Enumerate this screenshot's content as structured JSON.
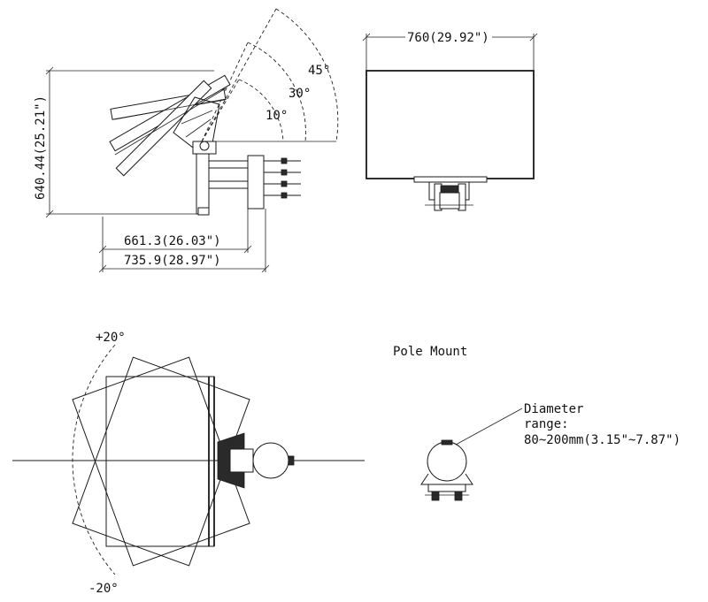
{
  "side_view": {
    "height_dim": "640.44(25.21\")",
    "depth_dim_1": "661.3(26.03\")",
    "depth_dim_2": "735.9(28.97\")",
    "angle_45": "45°",
    "angle_30": "30°",
    "angle_10": "10°"
  },
  "front_view": {
    "width_dim": "760(29.92\")"
  },
  "top_view": {
    "angle_plus": "+20°",
    "angle_minus": "-20°"
  },
  "pole_mount": {
    "title": "Pole Mount",
    "diameter_line1": "Diameter",
    "diameter_line2": "range:",
    "diameter_line3": "80~200mm(3.15\"~7.87\")"
  }
}
